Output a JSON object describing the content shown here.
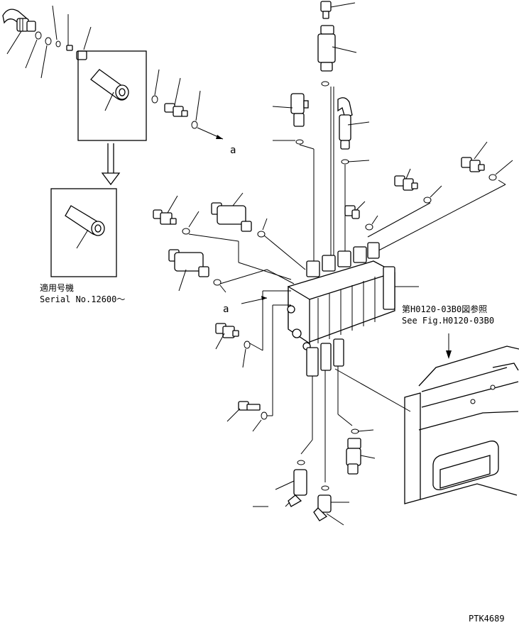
{
  "labels": {
    "ref_a_top": "a",
    "ref_a_mid": "a",
    "serial_jp": "適用号機",
    "serial_en": "Serial No.12600～",
    "see_fig_jp": "第H0120-03B0図参照",
    "see_fig_en": "See Fig.H0120-03B0",
    "drawing_code": "PTK4689"
  },
  "colors": {
    "ink": "#000000",
    "paper": "#ffffff"
  }
}
